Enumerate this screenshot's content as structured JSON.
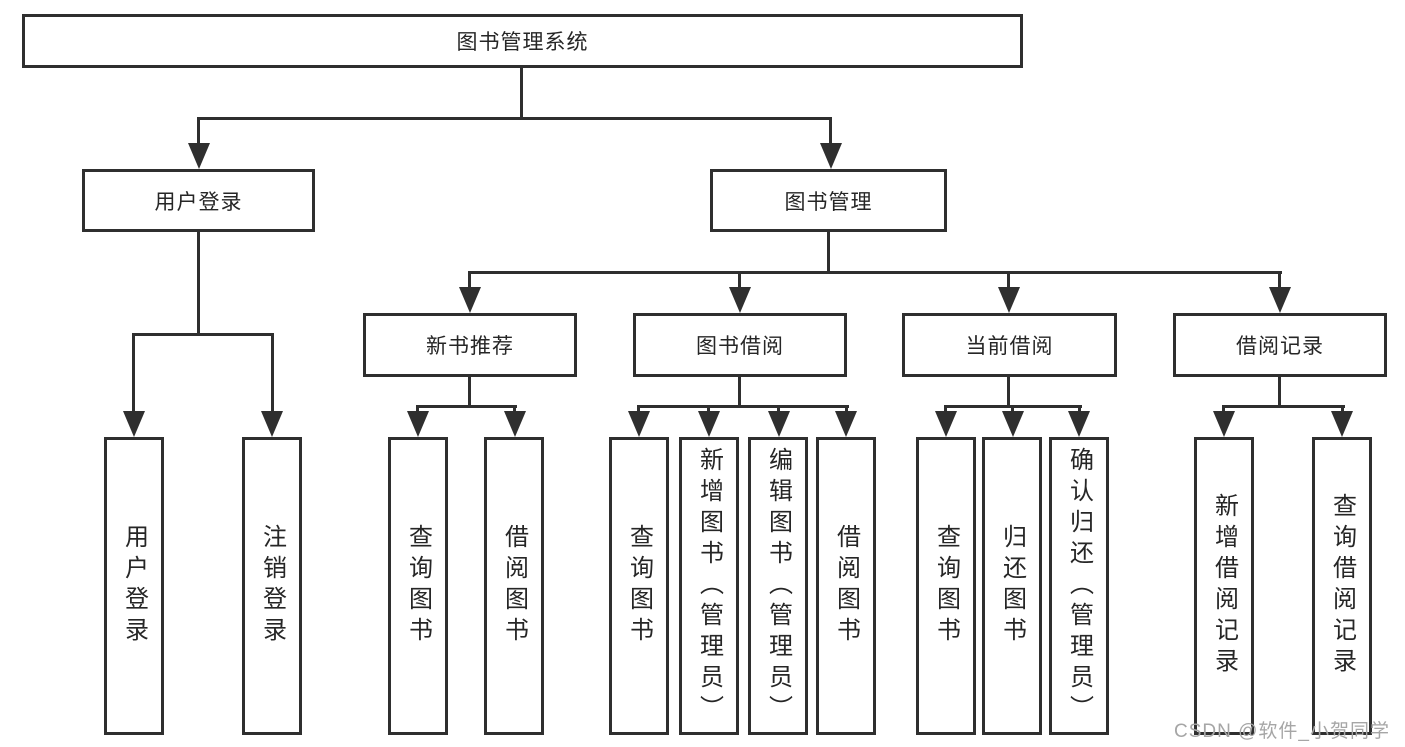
{
  "diagram": {
    "title": "图书管理系统",
    "colors": {
      "line": "#2f2f2f",
      "text": "#262626",
      "background": "#ffffff",
      "watermark": "#a6a6a6"
    },
    "level2": {
      "user_login": "用户登录",
      "book_mgmt": "图书管理"
    },
    "level3": {
      "new_books": "新书推荐",
      "book_borrow": "图书借阅",
      "current_borrow": "当前借阅",
      "borrow_records": "借阅记录"
    },
    "leaves": {
      "user_login": [
        "用户登录",
        "注销登录"
      ],
      "new_books": [
        "查询图书",
        "借阅图书"
      ],
      "book_borrow": [
        "查询图书",
        "新增图书（管理员）",
        "编辑图书（管理员）",
        "借阅图书"
      ],
      "current_borrow": [
        "查询图书",
        "归还图书",
        "确认归还（管理员）"
      ],
      "borrow_records": [
        "新增借阅记录",
        "查询借阅记录"
      ]
    }
  },
  "watermark": {
    "text": "CSDN @软件_小贺同学"
  }
}
